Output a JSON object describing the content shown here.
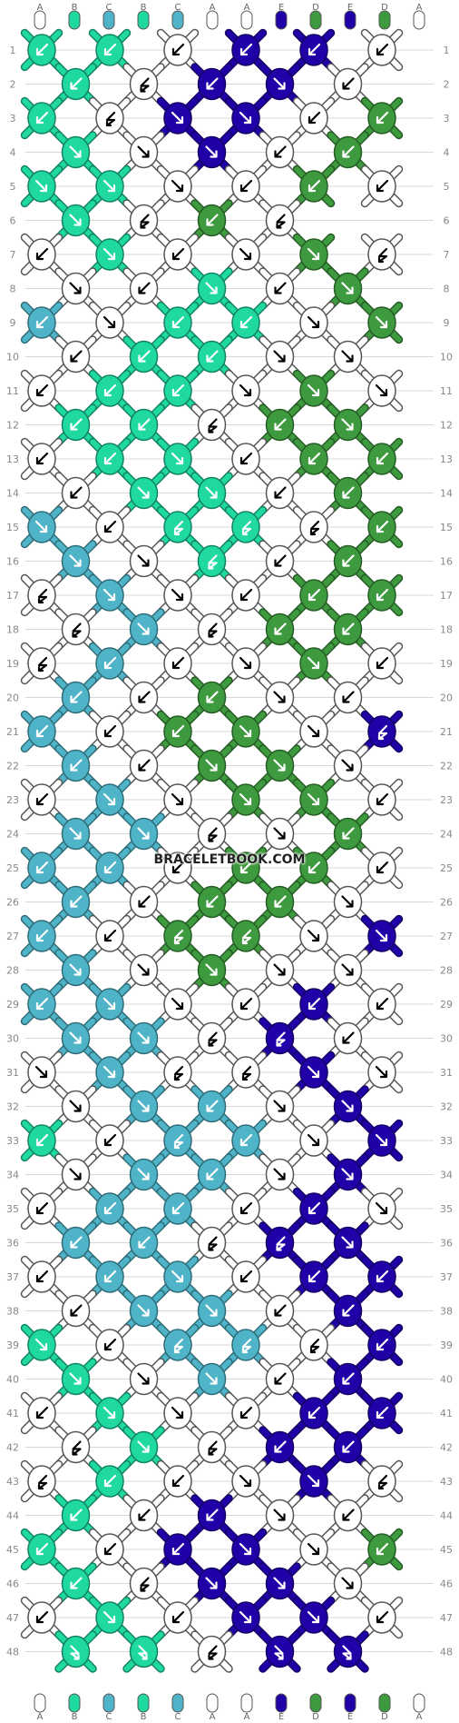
{
  "watermark": "BRACELETBOOK.COM",
  "colors": {
    "A": "#ffffff",
    "B": "#1fd9a1",
    "C": "#4fb4c8",
    "D": "#3e9a3e",
    "E": "#2200a8"
  },
  "strings_top": [
    "A",
    "B",
    "C",
    "B",
    "C",
    "A",
    "A",
    "E",
    "D",
    "E",
    "D",
    "A"
  ],
  "strings_bottom": [
    "A",
    "B",
    "C",
    "B",
    "C",
    "A",
    "A",
    "E",
    "D",
    "E",
    "D",
    "A"
  ],
  "row_numbers": [
    1,
    2,
    3,
    4,
    5,
    6,
    7,
    8,
    9,
    10,
    11,
    12,
    13,
    14,
    15,
    16,
    17,
    18,
    19,
    20,
    21,
    22,
    23,
    24,
    25,
    26,
    27,
    28,
    29,
    30,
    31,
    32,
    33,
    34,
    35,
    36,
    37,
    38,
    39,
    40,
    41,
    42,
    43,
    44,
    45,
    46,
    47,
    48
  ],
  "knots": [
    [
      [
        "B",
        "bl"
      ],
      [
        "B",
        "bl"
      ],
      [
        "A",
        "bl"
      ],
      [
        "E",
        "bl"
      ],
      [
        "E",
        "bl"
      ],
      [
        "A",
        "bl"
      ]
    ],
    [
      [
        "B",
        "bl"
      ],
      [
        "A",
        "fl"
      ],
      [
        "E",
        "bl"
      ],
      [
        "E",
        "br"
      ],
      [
        "A",
        "bl"
      ]
    ],
    [
      [
        "B",
        "bl"
      ],
      [
        "A",
        "fl"
      ],
      [
        "E",
        "br"
      ],
      [
        "E",
        "br"
      ],
      [
        "A",
        "bl"
      ],
      [
        "D",
        "bl"
      ]
    ],
    [
      [
        "B",
        "br"
      ],
      [
        "A",
        "br"
      ],
      [
        "E",
        "br"
      ],
      [
        "A",
        "bl"
      ],
      [
        "D",
        "bl"
      ]
    ],
    [
      [
        "B",
        "br"
      ],
      [
        "B",
        "br"
      ],
      [
        "A",
        "br"
      ],
      [
        "A",
        "bl"
      ],
      [
        "D",
        "bl"
      ],
      [
        "A",
        "bl"
      ]
    ],
    [
      [
        "B",
        "br"
      ],
      [
        "A",
        "fl"
      ],
      [
        "D",
        "bl"
      ],
      [
        "A",
        "fl"
      ]
    ],
    [
      [
        "A",
        "bl"
      ],
      [
        "B",
        "br"
      ],
      [
        "A",
        "bl"
      ],
      [
        "A",
        "br"
      ],
      [
        "D",
        "br"
      ],
      [
        "A",
        "fl"
      ]
    ],
    [
      [
        "A",
        "br"
      ],
      [
        "A",
        "bl"
      ],
      [
        "B",
        "br"
      ],
      [
        "A",
        "bl"
      ],
      [
        "D",
        "br"
      ]
    ],
    [
      [
        "C",
        "bl"
      ],
      [
        "A",
        "br"
      ],
      [
        "B",
        "bl"
      ],
      [
        "B",
        "bl"
      ],
      [
        "A",
        "br"
      ],
      [
        "D",
        "br"
      ]
    ],
    [
      [
        "A",
        "bl"
      ],
      [
        "B",
        "bl"
      ],
      [
        "B",
        "bl"
      ],
      [
        "A",
        "br"
      ],
      [
        "A",
        "br"
      ]
    ],
    [
      [
        "A",
        "bl"
      ],
      [
        "B",
        "bl"
      ],
      [
        "B",
        "bl"
      ],
      [
        "A",
        "br"
      ],
      [
        "D",
        "br"
      ],
      [
        "A",
        "br"
      ]
    ],
    [
      [
        "B",
        "bl"
      ],
      [
        "B",
        "bl"
      ],
      [
        "A",
        "fl"
      ],
      [
        "D",
        "bl"
      ],
      [
        "D",
        "br"
      ]
    ],
    [
      [
        "A",
        "bl"
      ],
      [
        "B",
        "bl"
      ],
      [
        "B",
        "br"
      ],
      [
        "A",
        "bl"
      ],
      [
        "D",
        "bl"
      ],
      [
        "D",
        "bl"
      ]
    ],
    [
      [
        "A",
        "bl"
      ],
      [
        "B",
        "br"
      ],
      [
        "B",
        "br"
      ],
      [
        "A",
        "bl"
      ],
      [
        "D",
        "bl"
      ]
    ],
    [
      [
        "C",
        "br"
      ],
      [
        "A",
        "bl"
      ],
      [
        "B",
        "fl"
      ],
      [
        "B",
        "fl"
      ],
      [
        "A",
        "fl"
      ],
      [
        "D",
        "bl"
      ]
    ],
    [
      [
        "C",
        "br"
      ],
      [
        "A",
        "br"
      ],
      [
        "B",
        "fl"
      ],
      [
        "A",
        "bl"
      ],
      [
        "D",
        "bl"
      ]
    ],
    [
      [
        "A",
        "fl"
      ],
      [
        "C",
        "br"
      ],
      [
        "A",
        "br"
      ],
      [
        "A",
        "bl"
      ],
      [
        "D",
        "bl"
      ],
      [
        "D",
        "bl"
      ]
    ],
    [
      [
        "A",
        "fl"
      ],
      [
        "C",
        "br"
      ],
      [
        "A",
        "fl"
      ],
      [
        "D",
        "bl"
      ],
      [
        "D",
        "bl"
      ]
    ],
    [
      [
        "A",
        "fl"
      ],
      [
        "C",
        "bl"
      ],
      [
        "A",
        "bl"
      ],
      [
        "A",
        "br"
      ],
      [
        "D",
        "br"
      ],
      [
        "A",
        "bl"
      ]
    ],
    [
      [
        "C",
        "bl"
      ],
      [
        "A",
        "bl"
      ],
      [
        "D",
        "bl"
      ],
      [
        "A",
        "br"
      ],
      [
        "A",
        "bl"
      ]
    ],
    [
      [
        "C",
        "bl"
      ],
      [
        "A",
        "bl"
      ],
      [
        "D",
        "bl"
      ],
      [
        "D",
        "br"
      ],
      [
        "A",
        "br"
      ],
      [
        "E",
        "fl"
      ]
    ],
    [
      [
        "C",
        "bl"
      ],
      [
        "A",
        "bl"
      ],
      [
        "D",
        "br"
      ],
      [
        "D",
        "br"
      ],
      [
        "A",
        "br"
      ]
    ],
    [
      [
        "A",
        "bl"
      ],
      [
        "C",
        "br"
      ],
      [
        "A",
        "br"
      ],
      [
        "D",
        "br"
      ],
      [
        "D",
        "br"
      ],
      [
        "A",
        "bl"
      ]
    ],
    [
      [
        "C",
        "br"
      ],
      [
        "C",
        "br"
      ],
      [
        "A",
        "fl"
      ],
      [
        "A",
        "br"
      ],
      [
        "D",
        "bl"
      ]
    ],
    [
      [
        "C",
        "bl"
      ],
      [
        "C",
        "bl"
      ],
      [
        "A",
        "bl"
      ],
      [
        "D",
        "bl"
      ],
      [
        "D",
        "bl"
      ],
      [
        "A",
        "bl"
      ]
    ],
    [
      [
        "C",
        "bl"
      ],
      [
        "A",
        "bl"
      ],
      [
        "D",
        "bl"
      ],
      [
        "D",
        "bl"
      ],
      [
        "A",
        "br"
      ]
    ],
    [
      [
        "C",
        "bl"
      ],
      [
        "A",
        "bl"
      ],
      [
        "D",
        "fl"
      ],
      [
        "D",
        "fl"
      ],
      [
        "A",
        "br"
      ],
      [
        "E",
        "br"
      ]
    ],
    [
      [
        "C",
        "br"
      ],
      [
        "A",
        "br"
      ],
      [
        "D",
        "br"
      ],
      [
        "A",
        "br"
      ],
      [
        "A",
        "br"
      ]
    ],
    [
      [
        "C",
        "bl"
      ],
      [
        "C",
        "br"
      ],
      [
        "A",
        "br"
      ],
      [
        "A",
        "bl"
      ],
      [
        "E",
        "bl"
      ],
      [
        "A",
        "bl"
      ]
    ],
    [
      [
        "C",
        "br"
      ],
      [
        "C",
        "br"
      ],
      [
        "A",
        "fl"
      ],
      [
        "E",
        "fl"
      ],
      [
        "A",
        "bl"
      ]
    ],
    [
      [
        "A",
        "br"
      ],
      [
        "C",
        "br"
      ],
      [
        "A",
        "fl"
      ],
      [
        "A",
        "fl"
      ],
      [
        "E",
        "br"
      ],
      [
        "A",
        "br"
      ]
    ],
    [
      [
        "A",
        "br"
      ],
      [
        "C",
        "br"
      ],
      [
        "C",
        "bl"
      ],
      [
        "A",
        "br"
      ],
      [
        "E",
        "br"
      ]
    ],
    [
      [
        "B",
        "bl"
      ],
      [
        "A",
        "bl"
      ],
      [
        "C",
        "fl"
      ],
      [
        "C",
        "bl"
      ],
      [
        "A",
        "br"
      ],
      [
        "E",
        "br"
      ]
    ],
    [
      [
        "A",
        "br"
      ],
      [
        "C",
        "br"
      ],
      [
        "C",
        "bl"
      ],
      [
        "A",
        "br"
      ],
      [
        "E",
        "br"
      ]
    ],
    [
      [
        "A",
        "bl"
      ],
      [
        "C",
        "bl"
      ],
      [
        "C",
        "bl"
      ],
      [
        "A",
        "bl"
      ],
      [
        "E",
        "bl"
      ],
      [
        "A",
        "br"
      ]
    ],
    [
      [
        "C",
        "bl"
      ],
      [
        "C",
        "bl"
      ],
      [
        "A",
        "fl"
      ],
      [
        "E",
        "fl"
      ],
      [
        "E",
        "br"
      ]
    ],
    [
      [
        "A",
        "bl"
      ],
      [
        "C",
        "bl"
      ],
      [
        "C",
        "br"
      ],
      [
        "A",
        "bl"
      ],
      [
        "E",
        "bl"
      ],
      [
        "E",
        "bl"
      ]
    ],
    [
      [
        "A",
        "bl"
      ],
      [
        "C",
        "br"
      ],
      [
        "C",
        "br"
      ],
      [
        "A",
        "bl"
      ],
      [
        "E",
        "bl"
      ]
    ],
    [
      [
        "B",
        "br"
      ],
      [
        "A",
        "bl"
      ],
      [
        "C",
        "fl"
      ],
      [
        "C",
        "fl"
      ],
      [
        "A",
        "fl"
      ],
      [
        "E",
        "bl"
      ]
    ],
    [
      [
        "B",
        "br"
      ],
      [
        "A",
        "br"
      ],
      [
        "C",
        "br"
      ],
      [
        "A",
        "bl"
      ],
      [
        "E",
        "bl"
      ]
    ],
    [
      [
        "A",
        "bl"
      ],
      [
        "B",
        "br"
      ],
      [
        "A",
        "br"
      ],
      [
        "A",
        "bl"
      ],
      [
        "E",
        "bl"
      ],
      [
        "E",
        "bl"
      ]
    ],
    [
      [
        "A",
        "fl"
      ],
      [
        "B",
        "br"
      ],
      [
        "A",
        "fl"
      ],
      [
        "E",
        "bl"
      ],
      [
        "E",
        "bl"
      ]
    ],
    [
      [
        "A",
        "fl"
      ],
      [
        "B",
        "bl"
      ],
      [
        "A",
        "bl"
      ],
      [
        "A",
        "br"
      ],
      [
        "E",
        "br"
      ],
      [
        "A",
        "fl"
      ]
    ],
    [
      [
        "B",
        "bl"
      ],
      [
        "A",
        "bl"
      ],
      [
        "E",
        "bl"
      ],
      [
        "A",
        "br"
      ],
      [
        "A",
        "bl"
      ]
    ],
    [
      [
        "B",
        "bl"
      ],
      [
        "A",
        "bl"
      ],
      [
        "E",
        "bl"
      ],
      [
        "E",
        "br"
      ],
      [
        "A",
        "br"
      ],
      [
        "D",
        "bl"
      ]
    ],
    [
      [
        "B",
        "bl"
      ],
      [
        "A",
        "fl"
      ],
      [
        "E",
        "br"
      ],
      [
        "E",
        "br"
      ],
      [
        "A",
        "br"
      ]
    ],
    [
      [
        "A",
        "bl"
      ],
      [
        "B",
        "br"
      ],
      [
        "A",
        "bl"
      ],
      [
        "E",
        "br"
      ],
      [
        "E",
        "br"
      ],
      [
        "A",
        "bl"
      ]
    ],
    [
      [
        "B",
        "fr"
      ],
      [
        "B",
        "fr"
      ],
      [
        "A",
        "fl"
      ],
      [
        "E",
        "fr"
      ],
      [
        "E",
        "fr"
      ]
    ]
  ]
}
